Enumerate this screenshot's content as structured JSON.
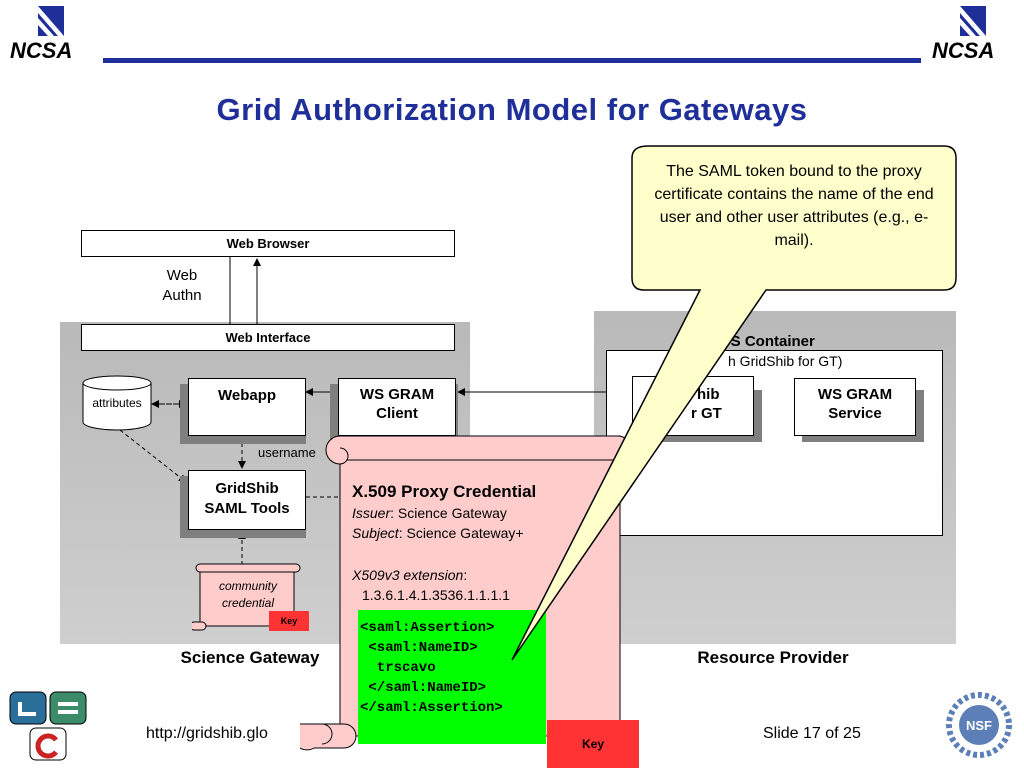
{
  "header": {
    "logo_text_left": "NCSA",
    "logo_text_right": "NCSA",
    "title": "Grid Authorization Model for Gateways",
    "accent_color": "#1f2f9a"
  },
  "callout": {
    "text": "The SAML token bound to the proxy certificate contains the name of the end user and other user attributes (e.g., e-mail).",
    "fill_color": "#ffffcc"
  },
  "diagram": {
    "web_browser": "Web Browser",
    "web_authn_line1": "Web",
    "web_authn_line2": "Authn",
    "web_interface": "Web Interface",
    "attributes": "attributes",
    "webapp": "Webapp",
    "ws_gram_client_line1": "WS GRAM",
    "ws_gram_client_line2": "Client",
    "username": "username",
    "gridshib_saml_line1": "GridShib",
    "gridshib_saml_line2": "SAML Tools",
    "community_credential_line1": "community",
    "community_credential_line2": "credential",
    "key_small": "Key",
    "science_gateway": "Science Gateway",
    "container_title": "a WS Container",
    "container_subtitle": "h GridShib for GT)",
    "gridshib_gt_line1": "hib",
    "gridshib_gt_line2": "r GT",
    "ws_gram_service_line1": "WS GRAM",
    "ws_gram_service_line2": "Service",
    "resource_provider": "Resource Provider"
  },
  "scroll": {
    "heading": "X.509 Proxy Credential",
    "issuer_label": "Issuer",
    "issuer_value": ": Science Gateway",
    "subject_label": "Subject",
    "subject_value": ": Science Gateway+",
    "extension_label": "X509v3 extension",
    "extension_colon": ":",
    "extension_oid": "1.3.6.1.4.1.3536.1.1.1.1",
    "saml_lines": [
      "<saml:Assertion>",
      " <saml:NameID>",
      "  trscavo",
      " </saml:NameID>",
      "</saml:Assertion>"
    ],
    "key_label": "Key",
    "fill_color": "#ffcccc",
    "saml_fill_color": "#00ff00"
  },
  "footer": {
    "url": "http://gridshib.glo",
    "slide": "Slide 17 of 25"
  }
}
